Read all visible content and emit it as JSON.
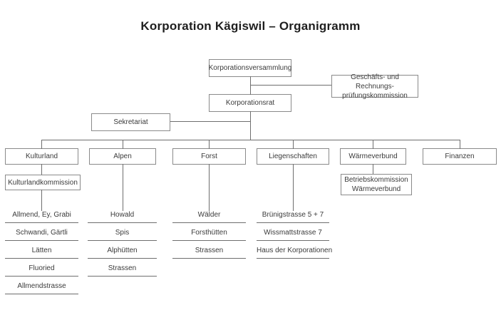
{
  "title": "Korporation Kägiswil – Organigramm",
  "nodes": {
    "korporationsversammlung": "Korporationsversammlung",
    "geschaefts_und_rechnungspruefungskommission": [
      "Geschäfts- und Rechnungs-",
      "prüfungskommission"
    ],
    "korporationsrat": "Korporationsrat",
    "sekretariat": "Sekretariat",
    "kulturland": "Kulturland",
    "alpen": "Alpen",
    "forst": "Forst",
    "liegenschaften": "Liegenschaften",
    "waermeverbund": "Wärmeverbund",
    "finanzen": "Finanzen",
    "kulturlandkommission": "Kulturlandkommission",
    "betriebskommission_waermeverbund": [
      "Betriebskommission",
      "Wärmeverbund"
    ]
  },
  "lists": {
    "kulturland": [
      "Allmend, Ey, Grabi",
      "Schwandi, Gärtli",
      "Lätten",
      "Fluoried",
      "Allmendstrasse"
    ],
    "alpen": [
      "Howald",
      "Spis",
      "Alphütten",
      "Strassen"
    ],
    "forst": [
      "Wälder",
      "Forsthütten",
      "Strassen"
    ],
    "liegenschaften": [
      "Brünigstrasse 5 + 7",
      "Wissmattstrasse 7",
      "Haus der Korporationen"
    ]
  },
  "colors": {
    "border": "#8a8a8a",
    "line": "#6e6e6e",
    "text": "#3b3b3b",
    "title": "#1f1f1f",
    "bg": "#ffffff"
  }
}
